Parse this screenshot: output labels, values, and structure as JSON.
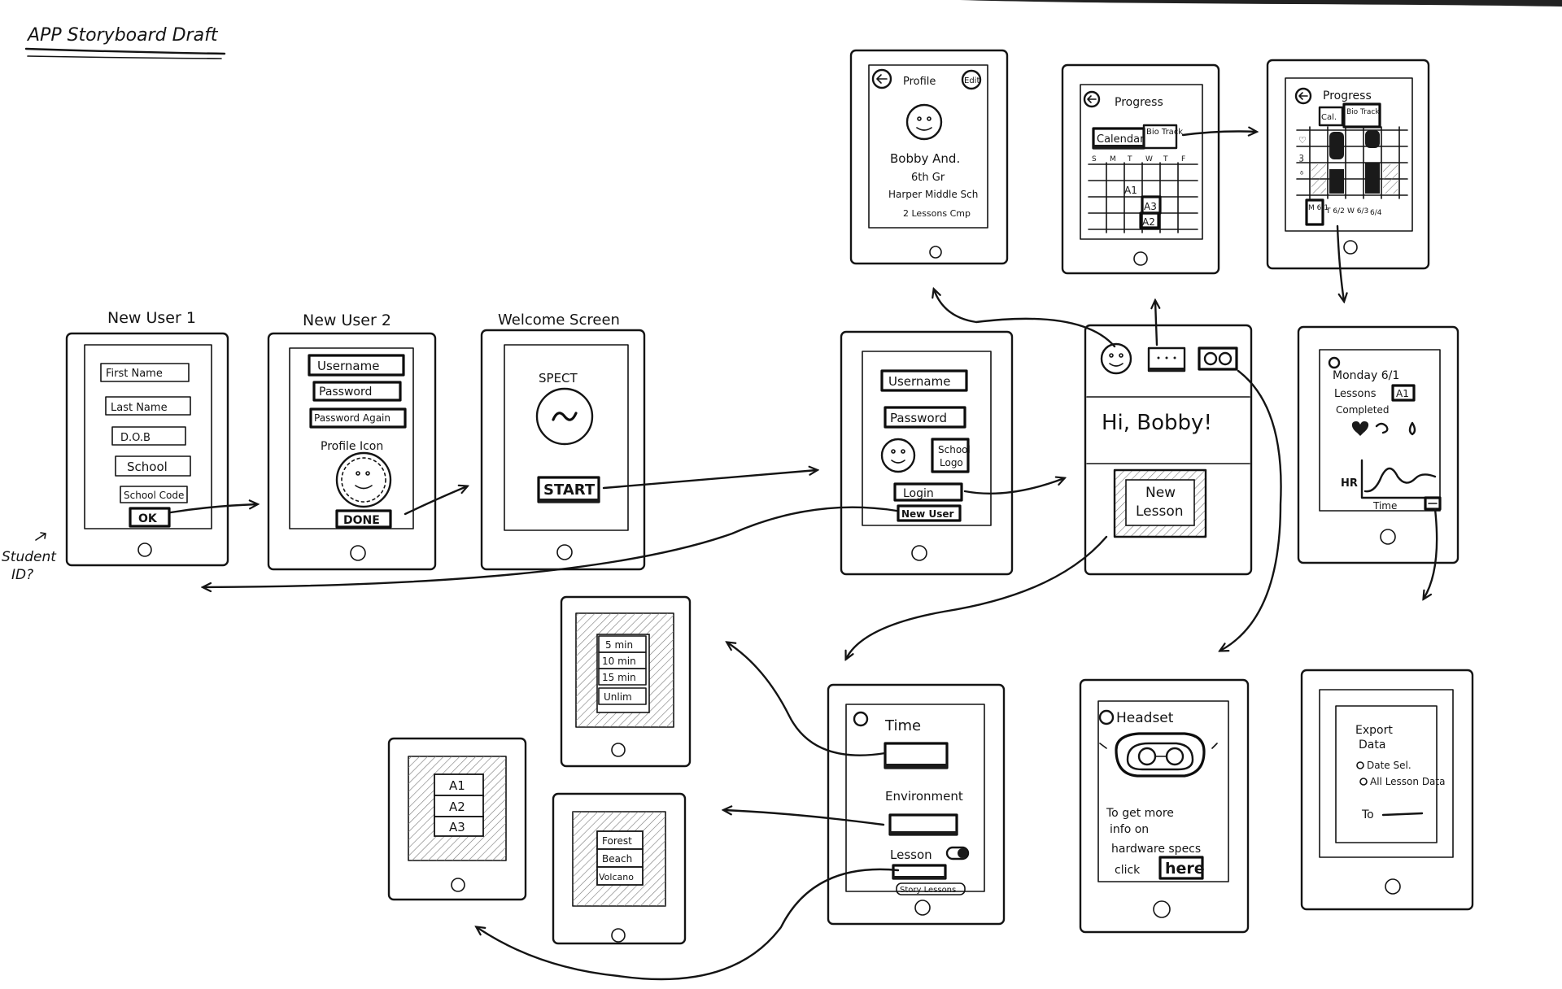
{
  "title": "APP Storyboard Draft",
  "side_note": [
    "Student",
    "ID?"
  ],
  "screens": {
    "new_user_1": {
      "caption": "New User 1",
      "fields": [
        "First Name",
        "Last Name",
        "D.O.B",
        "School",
        "School Code"
      ],
      "ok_button": "OK"
    },
    "new_user_2": {
      "caption": "New User 2",
      "fields": [
        "Username",
        "Password",
        "Password Again"
      ],
      "icon_label": "Profile Icon",
      "done_button": "DONE"
    },
    "welcome": {
      "caption": "Welcome Screen",
      "app_name": "SPECT",
      "start_button": "START"
    },
    "login": {
      "fields": [
        "Username",
        "Password"
      ],
      "school_logo": [
        "School",
        "Logo"
      ],
      "login_button": "Login",
      "new_user_button": "New User"
    },
    "home": {
      "greeting": "Hi, Bobby!",
      "new_lesson": [
        "New",
        "Lesson"
      ]
    },
    "profile": {
      "title": "Profile",
      "edit": "Edit",
      "lines": [
        "Bobby And.",
        "6th Gr",
        "Harper Middle Sch",
        "2  Lessons Cmp"
      ]
    },
    "progress_calendar": {
      "title": "Progress",
      "tabs": [
        "Calendar",
        "Bio Track"
      ],
      "days": [
        "S",
        "M",
        "T",
        "W",
        "T",
        "F"
      ],
      "entries": [
        "A1",
        "A3",
        "A2"
      ]
    },
    "progress_bio": {
      "title": "Progress",
      "tabs": [
        "Cal.",
        "Bio Track"
      ],
      "days": [
        "M 6/1",
        "T 6/2",
        "W 6/3",
        "6/4"
      ]
    },
    "day_detail": {
      "date": "Monday 6/1",
      "lessons_label": "Lessons",
      "lessons_value": "A1",
      "completed": "Completed",
      "hr_label": "HR",
      "x_label": "Time"
    },
    "time_options": {
      "items": [
        "5 min",
        "10 min",
        "15 min",
        "Unlim"
      ]
    },
    "lesson_options": {
      "items": [
        "A1",
        "A2",
        "A3"
      ]
    },
    "environment_options": {
      "items": [
        "Forest",
        "Beach",
        "Volcano"
      ]
    },
    "new_lesson": {
      "time_label": "Time",
      "environment_label": "Environment",
      "lesson_label": "Lesson",
      "story_lessons": "Story Lessons"
    },
    "headset": {
      "title": "Headset",
      "text": [
        "To get more",
        "info on",
        "hardware specs",
        "click"
      ],
      "link": "here"
    },
    "export": {
      "title": [
        "Export",
        "Data"
      ],
      "options": [
        "Date Sel.",
        "All Lesson Data"
      ],
      "to_label": "To"
    }
  }
}
